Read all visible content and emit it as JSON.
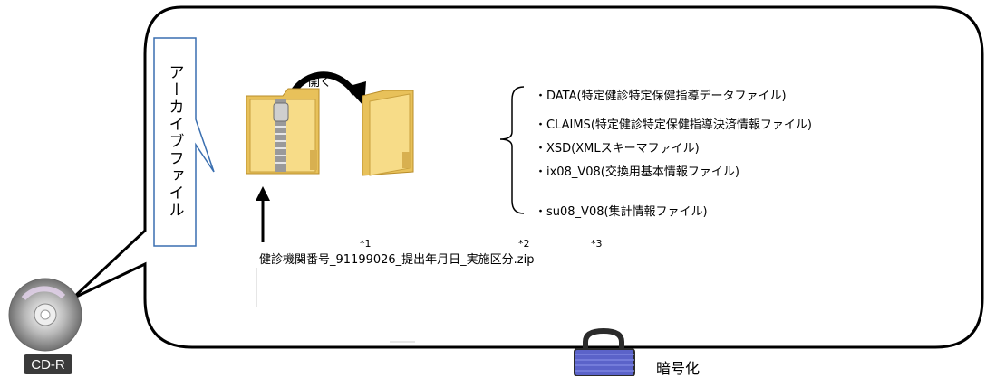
{
  "archive": {
    "label": "アーカイブファイル"
  },
  "open_label": "開く",
  "contents": [
    "・DATA(特定健診特定保健指導データファイル)",
    "・CLAIMS(特定健診特定保健指導決済情報ファイル)",
    "・XSD(XMLスキーマファイル)",
    "・ix08_V08(交換用基本情報ファイル)",
    "・su08_V08(集計情報ファイル)"
  ],
  "filename": "健診機関番号_91199026_提出年月日_実施区分.zip",
  "footnotes": {
    "n1": "*1",
    "n2": "*2",
    "n3": "*3"
  },
  "cd_label": "CD-R",
  "encrypt_label": "暗号化",
  "icons": {
    "zip": "zip-folder-icon",
    "folder": "open-folder-icon",
    "lock": "padlock-icon",
    "disc": "cd-icon"
  }
}
